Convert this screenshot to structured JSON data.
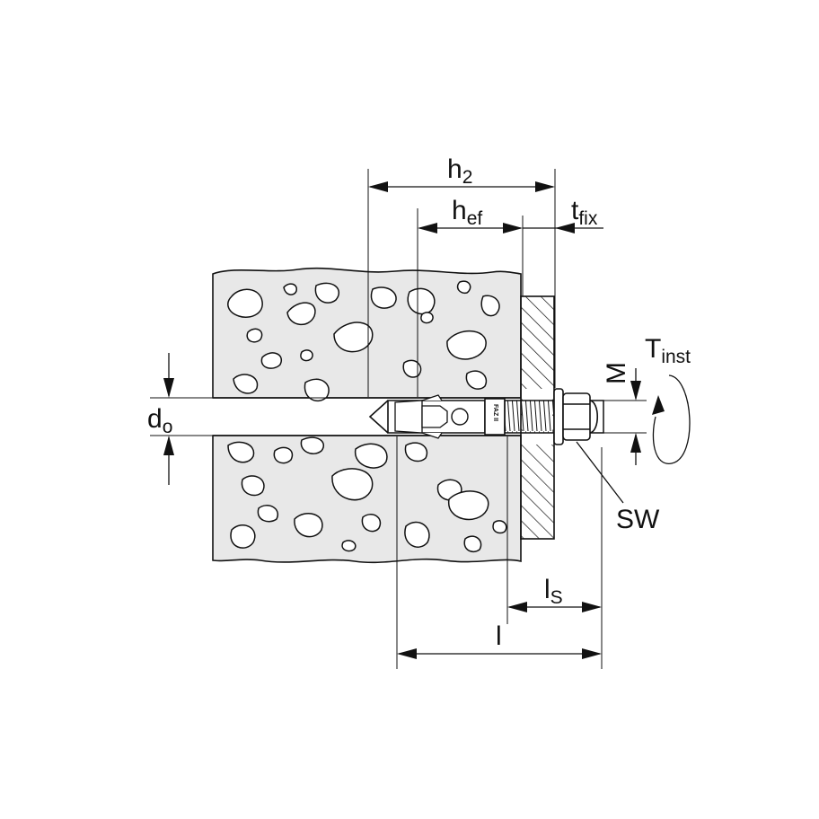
{
  "labels": {
    "h2": {
      "main": "h",
      "sub": "2"
    },
    "hef": {
      "main": "h",
      "sub": "ef"
    },
    "tfix": {
      "main": "t",
      "sub": "fix"
    },
    "tinst": {
      "main": "T",
      "sub": "inst"
    },
    "m": "M",
    "do": {
      "main": "d",
      "sub": "o"
    },
    "sw": "SW",
    "ls": {
      "main": "l",
      "sub": "S"
    },
    "l": "l"
  },
  "anchor_stamp": "FAZ II",
  "colors": {
    "line": "#111111",
    "background": "#ffffff",
    "concrete": "#e8e8e8"
  }
}
